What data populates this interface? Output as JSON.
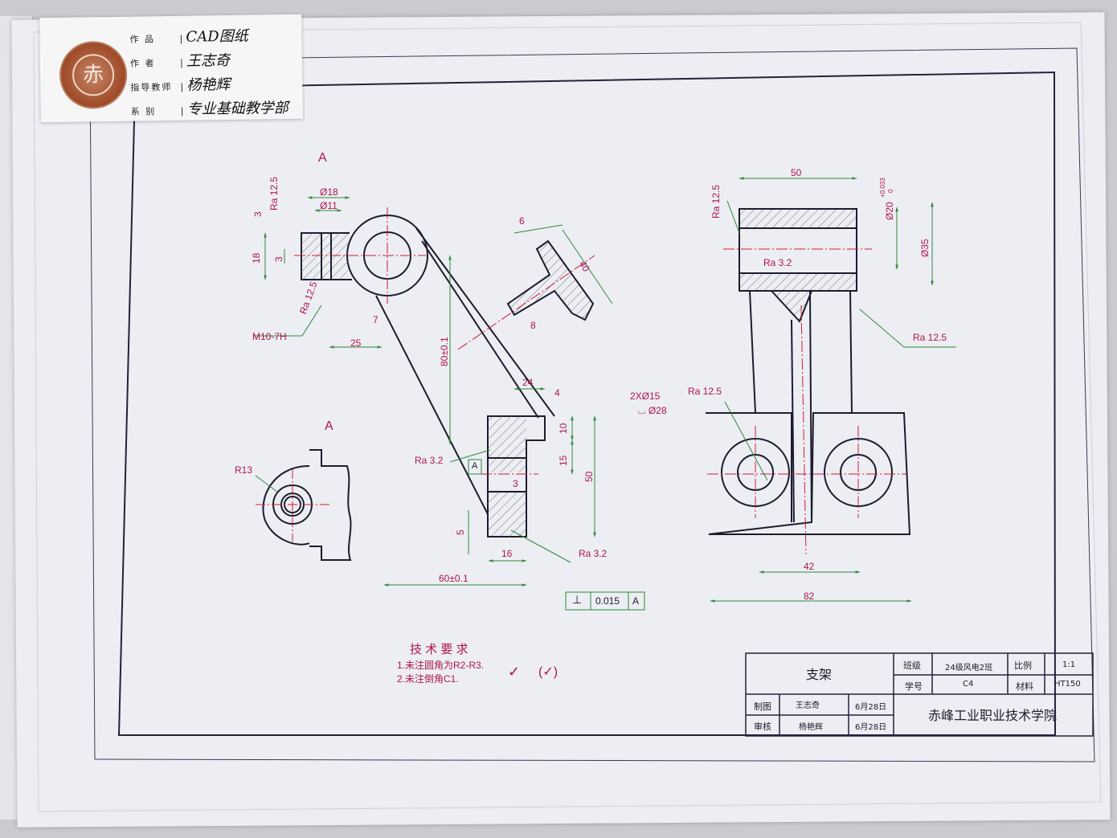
{
  "label": {
    "rows": [
      {
        "key": "作  品",
        "value": "CAD图纸"
      },
      {
        "key": "作  者",
        "value": "王志奇"
      },
      {
        "key": "指导教师",
        "value": "杨艳辉"
      },
      {
        "key": "系  别",
        "value": "专业基础教学部"
      }
    ],
    "seal_glyph": "赤"
  },
  "views": {
    "main": {
      "section_mark": "A",
      "dims": {
        "d18": "Ø18",
        "d11": "Ø11",
        "h3a": "3",
        "h18": "18",
        "h3b": "3",
        "thread": "M10-7H",
        "d7": "7",
        "d25": "25",
        "d80": "80±0.1",
        "d24": "24",
        "d4": "4",
        "d10": "10",
        "d15": "15",
        "d50": "50",
        "d3": "3",
        "d5": "5",
        "d16": "16",
        "d60": "60±0.1",
        "rib6": "6",
        "rib40": "40",
        "rib8": "8"
      },
      "ra": {
        "ra_top": "Ra 12.5",
        "ra_left": "Ra 12.5",
        "ra_mid": "Ra 3.2",
        "ra_bot": "Ra 3.2"
      },
      "datum": "A",
      "tolerance": {
        "symbol": "⊥",
        "value": "0.015",
        "datum": "A"
      }
    },
    "aux": {
      "title": "A",
      "r13": "R13"
    },
    "side": {
      "d50": "50",
      "tol": "+0.033",
      "tol0": "0",
      "d20": "Ø20",
      "d35": "Ø35",
      "ra_top": "Ra 12.5",
      "ra_in": "Ra 3.2",
      "ra_right": "Ra 12.5",
      "holes": "2XØ15",
      "holes_ra": "Ra 12.5",
      "cbore": "⌴ Ø28",
      "d42": "42",
      "d82": "82"
    }
  },
  "tech_req": {
    "title": "技 术 要 求",
    "items": [
      "1.未注圆角为R2-R3.",
      "2.未注倒角C1."
    ],
    "marks": [
      "✓",
      "(✓)"
    ]
  },
  "title_block": {
    "part_name": "支架",
    "class_label": "班级",
    "class_value": "24级风电2班",
    "scale_label": "比例",
    "scale_value": "1:1",
    "id_label": "学号",
    "id_value": "C4",
    "material_label": "材料",
    "material_value": "HT150",
    "drawn_label": "制图",
    "drawn_name": "王志奇",
    "drawn_date": "6月28日",
    "check_label": "审核",
    "check_name": "杨艳辉",
    "check_date": "6月28日",
    "school": "赤峰工业职业技术学院"
  },
  "colors": {
    "outline": "#1c1c2e",
    "center": "#d01c3a",
    "dim": "#2e8a3a",
    "text": "#b0154a",
    "hatch": "#7a7a7a"
  }
}
